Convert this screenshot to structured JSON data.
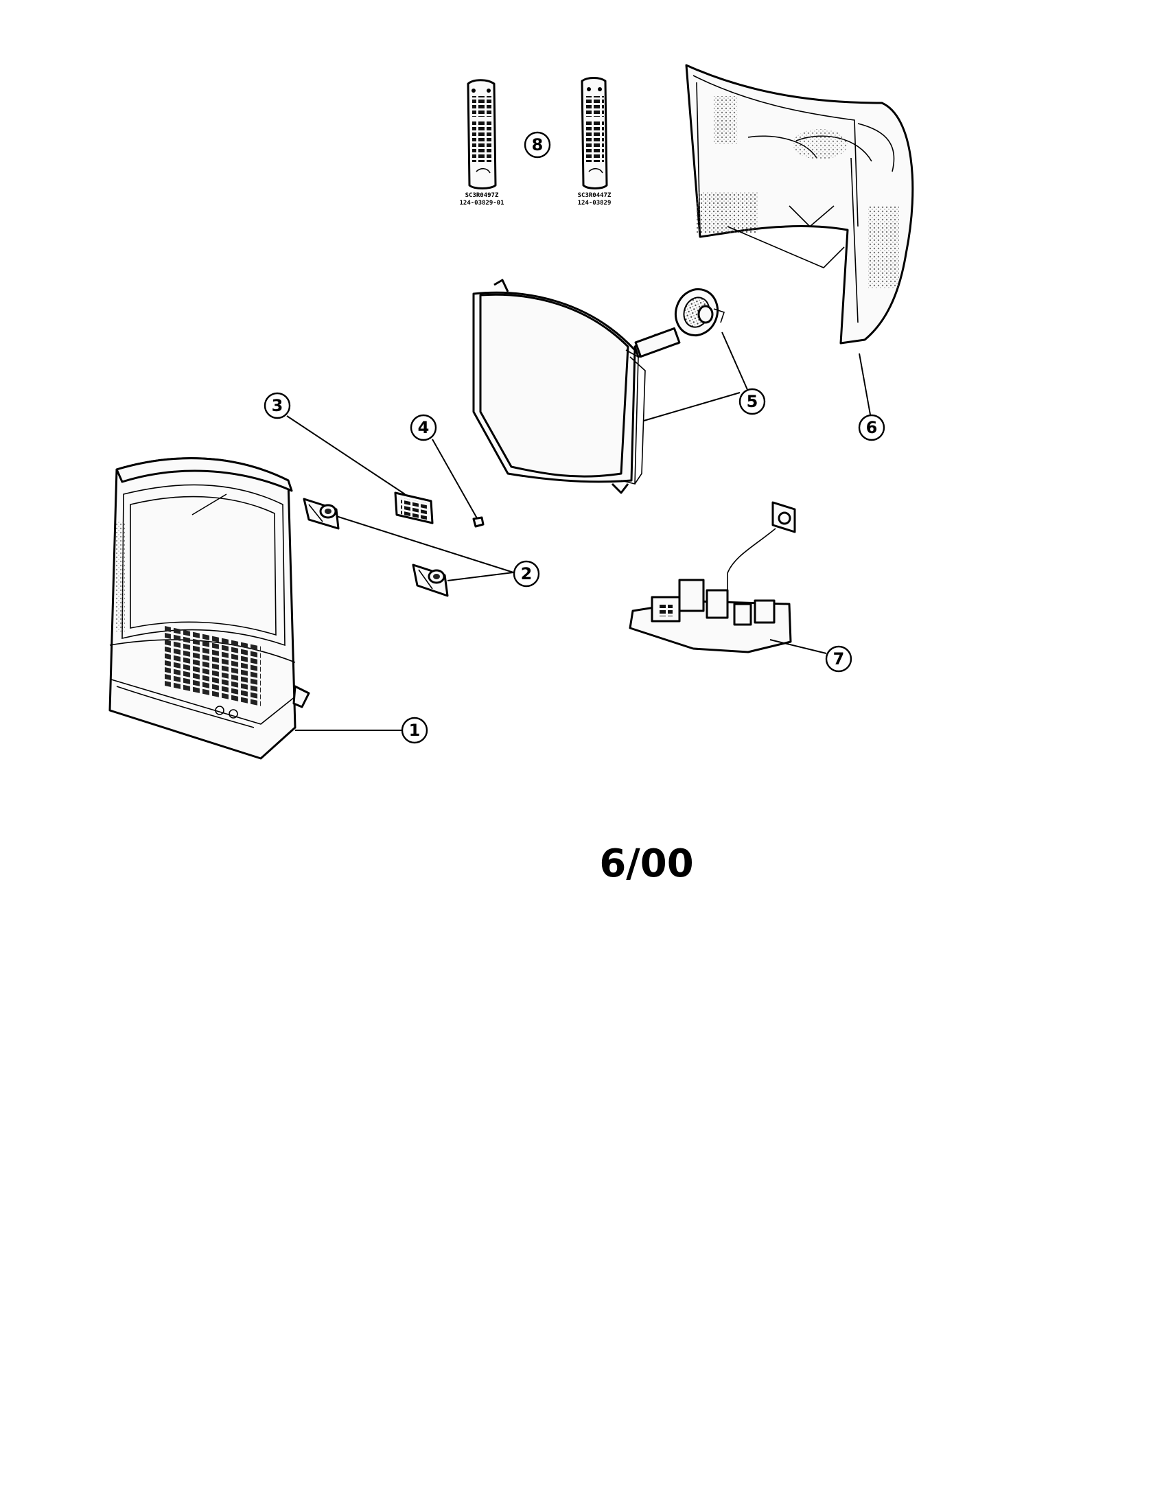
{
  "callouts": {
    "c1": "1",
    "c2": "2",
    "c3": "3",
    "c4": "4",
    "c5": "5",
    "c6": "6",
    "c7": "7",
    "c8": "8"
  },
  "remotes": {
    "left_model": "SC3R0497Z",
    "left_part": "124-03829-01",
    "right_model": "SC3R0447Z",
    "right_part": "124-03829"
  },
  "footer": {
    "date": "6/00"
  }
}
